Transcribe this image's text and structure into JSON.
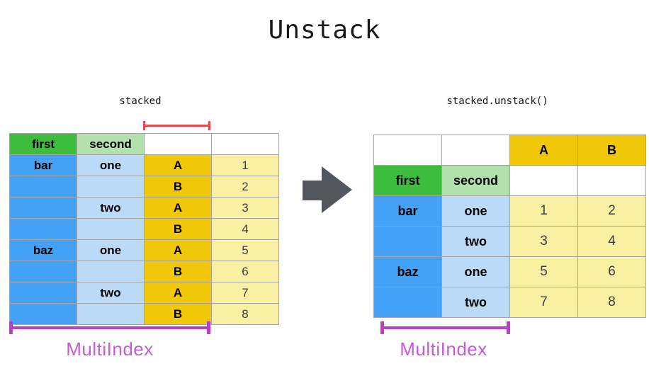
{
  "title": "Unstack",
  "colors": {
    "green": "#3dbd3d",
    "lightGreen": "#b3e1ad",
    "blue": "#45a1f5",
    "lightBlue": "#bbdaf7",
    "gold": "#f0c808",
    "lightYellow": "#faf0a4",
    "white": "#ffffff",
    "red": "#e8494b",
    "magenta": "#bb3ec8",
    "magentaText": "#c55cd6",
    "arrow": "#51575d",
    "border": "#a3a3a3"
  },
  "left_panel": {
    "caption": "stacked",
    "multiindex_label": "MultiIndex",
    "table_rows": [
      [
        {
          "t": "first",
          "bg": "green",
          "k": "label"
        },
        {
          "t": "second",
          "bg": "lightGreen",
          "k": "label"
        },
        {
          "t": "",
          "bg": "white",
          "k": "empty"
        },
        {
          "t": "",
          "bg": "white",
          "k": "empty"
        }
      ],
      [
        {
          "t": "bar",
          "bg": "blue",
          "k": "label"
        },
        {
          "t": "one",
          "bg": "lightBlue",
          "k": "label"
        },
        {
          "t": "A",
          "bg": "gold",
          "k": "label"
        },
        {
          "t": "1",
          "bg": "lightYellow",
          "k": "value"
        }
      ],
      [
        {
          "t": "",
          "bg": "blue",
          "k": "empty"
        },
        {
          "t": "",
          "bg": "lightBlue",
          "k": "empty"
        },
        {
          "t": "B",
          "bg": "gold",
          "k": "label"
        },
        {
          "t": "2",
          "bg": "lightYellow",
          "k": "value"
        }
      ],
      [
        {
          "t": "",
          "bg": "blue",
          "k": "empty"
        },
        {
          "t": "two",
          "bg": "lightBlue",
          "k": "label"
        },
        {
          "t": "A",
          "bg": "gold",
          "k": "label"
        },
        {
          "t": "3",
          "bg": "lightYellow",
          "k": "value"
        }
      ],
      [
        {
          "t": "",
          "bg": "blue",
          "k": "empty"
        },
        {
          "t": "",
          "bg": "lightBlue",
          "k": "empty"
        },
        {
          "t": "B",
          "bg": "gold",
          "k": "label"
        },
        {
          "t": "4",
          "bg": "lightYellow",
          "k": "value"
        }
      ],
      [
        {
          "t": "baz",
          "bg": "blue",
          "k": "label"
        },
        {
          "t": "one",
          "bg": "lightBlue",
          "k": "label"
        },
        {
          "t": "A",
          "bg": "gold",
          "k": "label"
        },
        {
          "t": "5",
          "bg": "lightYellow",
          "k": "value"
        }
      ],
      [
        {
          "t": "",
          "bg": "blue",
          "k": "empty"
        },
        {
          "t": "",
          "bg": "lightBlue",
          "k": "empty"
        },
        {
          "t": "B",
          "bg": "gold",
          "k": "label"
        },
        {
          "t": "6",
          "bg": "lightYellow",
          "k": "value"
        }
      ],
      [
        {
          "t": "",
          "bg": "blue",
          "k": "empty"
        },
        {
          "t": "two",
          "bg": "lightBlue",
          "k": "label"
        },
        {
          "t": "A",
          "bg": "gold",
          "k": "label"
        },
        {
          "t": "7",
          "bg": "lightYellow",
          "k": "value"
        }
      ],
      [
        {
          "t": "",
          "bg": "blue",
          "k": "empty"
        },
        {
          "t": "",
          "bg": "lightBlue",
          "k": "empty"
        },
        {
          "t": "B",
          "bg": "gold",
          "k": "label"
        },
        {
          "t": "8",
          "bg": "lightYellow",
          "k": "value"
        }
      ]
    ]
  },
  "right_panel": {
    "caption": "stacked.unstack()",
    "multiindex_label": "MultiIndex",
    "table_rows": [
      [
        {
          "t": "",
          "bg": "white",
          "k": "empty"
        },
        {
          "t": "",
          "bg": "white",
          "k": "empty"
        },
        {
          "t": "A",
          "bg": "gold",
          "k": "label"
        },
        {
          "t": "B",
          "bg": "gold",
          "k": "label"
        }
      ],
      [
        {
          "t": "first",
          "bg": "green",
          "k": "label"
        },
        {
          "t": "second",
          "bg": "lightGreen",
          "k": "label"
        },
        {
          "t": "",
          "bg": "white",
          "k": "empty"
        },
        {
          "t": "",
          "bg": "white",
          "k": "empty"
        }
      ],
      [
        {
          "t": "bar",
          "bg": "blue",
          "k": "label"
        },
        {
          "t": "one",
          "bg": "lightBlue",
          "k": "label"
        },
        {
          "t": "1",
          "bg": "lightYellow",
          "k": "value"
        },
        {
          "t": "2",
          "bg": "lightYellow",
          "k": "value"
        }
      ],
      [
        {
          "t": "",
          "bg": "blue",
          "k": "empty"
        },
        {
          "t": "two",
          "bg": "lightBlue",
          "k": "label"
        },
        {
          "t": "3",
          "bg": "lightYellow",
          "k": "value"
        },
        {
          "t": "4",
          "bg": "lightYellow",
          "k": "value"
        }
      ],
      [
        {
          "t": "baz",
          "bg": "blue",
          "k": "label"
        },
        {
          "t": "one",
          "bg": "lightBlue",
          "k": "label"
        },
        {
          "t": "5",
          "bg": "lightYellow",
          "k": "value"
        },
        {
          "t": "6",
          "bg": "lightYellow",
          "k": "value"
        }
      ],
      [
        {
          "t": "",
          "bg": "blue",
          "k": "empty"
        },
        {
          "t": "two",
          "bg": "lightBlue",
          "k": "label"
        },
        {
          "t": "7",
          "bg": "lightYellow",
          "k": "value"
        },
        {
          "t": "8",
          "bg": "lightYellow",
          "k": "value"
        }
      ]
    ]
  }
}
